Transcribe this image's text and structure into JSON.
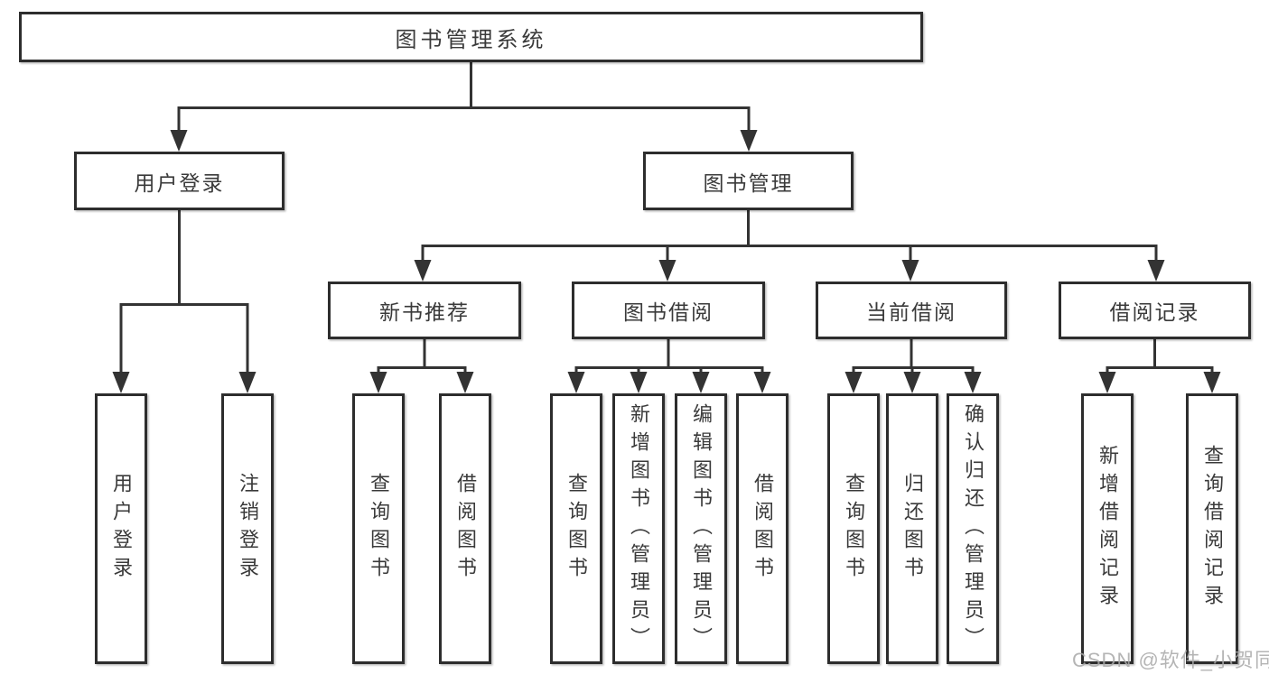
{
  "tree": {
    "root": {
      "label": "图书管理系统"
    },
    "branches": [
      {
        "label": "用户登录",
        "children": [
          {
            "label": "用户登录"
          },
          {
            "label": "注销登录"
          }
        ]
      },
      {
        "label": "图书管理",
        "sections": [
          {
            "label": "新书推荐",
            "children": [
              {
                "label": "查询图书"
              },
              {
                "label": "借阅图书"
              }
            ]
          },
          {
            "label": "图书借阅",
            "children": [
              {
                "label": "查询图书"
              },
              {
                "label": "新增图书（管理员）"
              },
              {
                "label": "编辑图书（管理员）"
              },
              {
                "label": "借阅图书"
              }
            ]
          },
          {
            "label": "当前借阅",
            "children": [
              {
                "label": "查询图书"
              },
              {
                "label": "归还图书"
              },
              {
                "label": "确认归还（管理员）"
              }
            ]
          },
          {
            "label": "借阅记录",
            "children": [
              {
                "label": "新增借阅记录"
              },
              {
                "label": "查询借阅记录"
              }
            ]
          }
        ]
      }
    ]
  },
  "watermark": {
    "text": "CSDN @软件_小贺同学"
  },
  "colors": {
    "line": "#333333",
    "box_border": "#2d2d2d",
    "text": "#3a3a3a",
    "watermark": "#a9a9a9",
    "background": "#ffffff"
  }
}
